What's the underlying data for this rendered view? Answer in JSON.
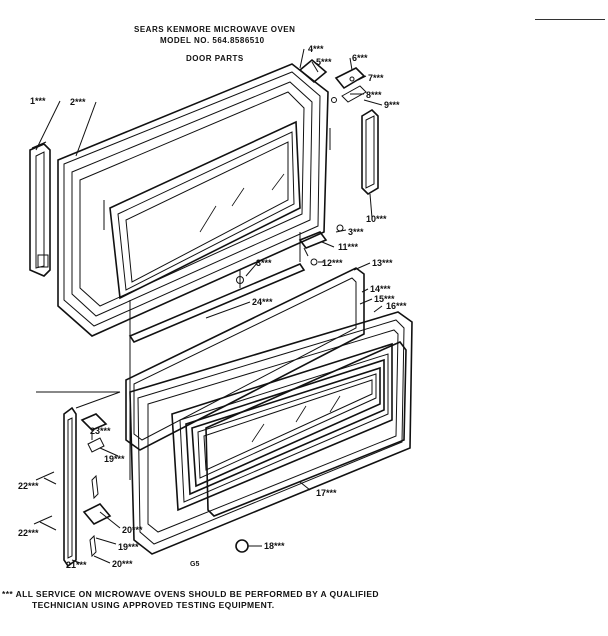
{
  "header": {
    "line1": "SEARS KENMORE MICROWAVE OVEN",
    "line2": "MODEL NO. 564.8586510",
    "line3": "DOOR PARTS"
  },
  "callouts": {
    "c1": "1***",
    "c2": "2***",
    "c3a": "3***",
    "c3b": "3***",
    "c4": "4***",
    "c5": "5***",
    "c6": "6***",
    "c7": "7***",
    "c8": "8***",
    "c9": "9***",
    "c10": "10***",
    "c11": "11***",
    "c12": "12***",
    "c13": "13***",
    "c14": "14***",
    "c15": "15***",
    "c16": "16***",
    "c17": "17***",
    "c18": "18***",
    "c19a": "19***",
    "c19b": "19***",
    "c20a": "20***",
    "c20b": "20***",
    "c21": "21***",
    "c22a": "22***",
    "c22b": "22***",
    "c23": "23***",
    "c24": "24***",
    "c25": "G5"
  },
  "footer": {
    "line1": "*** ALL SERVICE ON MICROWAVE OVENS SHOULD BE PERFORMED BY A QUALIFIED",
    "line2": "TECHNICIAN USING APPROVED TESTING EQUIPMENT."
  }
}
